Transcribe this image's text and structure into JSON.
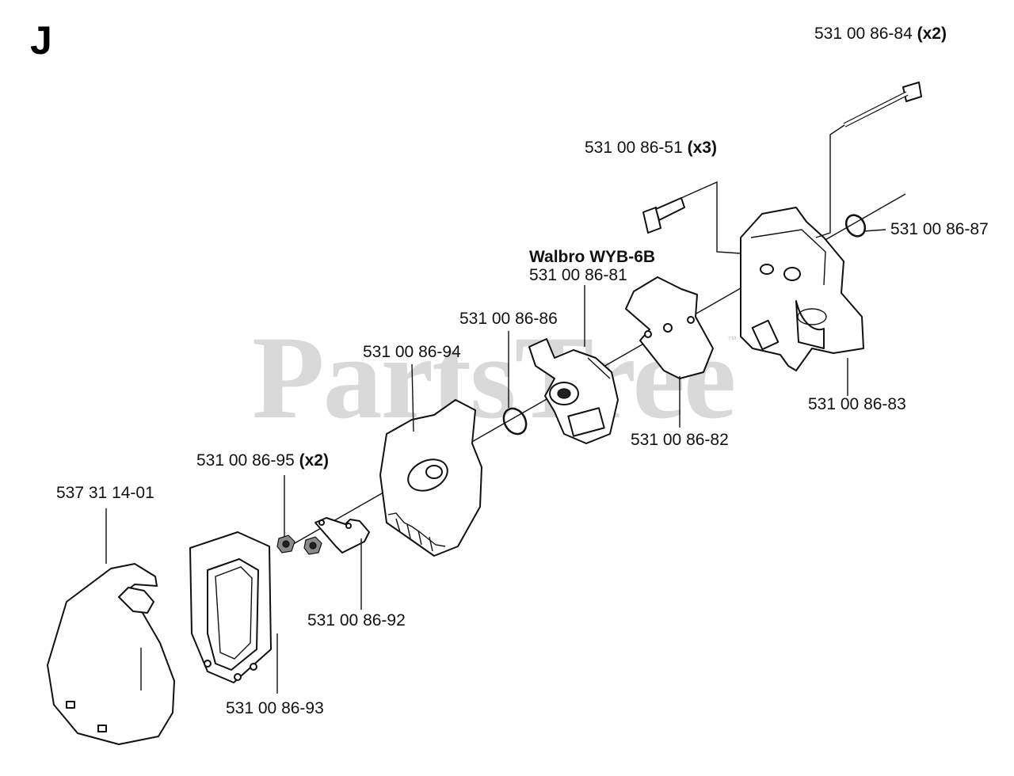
{
  "section_letter": "J",
  "watermark": "PartsTree",
  "watermark_tm": "™",
  "model_heading": "Walbro WYB-6B",
  "parts": {
    "p8684": {
      "number": "531 00 86-84",
      "qty": "(x2)"
    },
    "p8651": {
      "number": "531 00 86-51",
      "qty": "(x3)"
    },
    "p8687": {
      "number": "531 00 86-87"
    },
    "p8681": {
      "number": "531 00 86-81"
    },
    "p8686": {
      "number": "531 00 86-86"
    },
    "p8694": {
      "number": "531 00 86-94"
    },
    "p8683": {
      "number": "531 00 86-83"
    },
    "p8682": {
      "number": "531 00 86-82"
    },
    "p8695": {
      "number": "531 00 86-95",
      "qty": "(x2)"
    },
    "p311401": {
      "number": "537 31 14-01"
    },
    "p8692": {
      "number": "531 00 86-92"
    },
    "p8693": {
      "number": "531 00 86-93"
    }
  }
}
